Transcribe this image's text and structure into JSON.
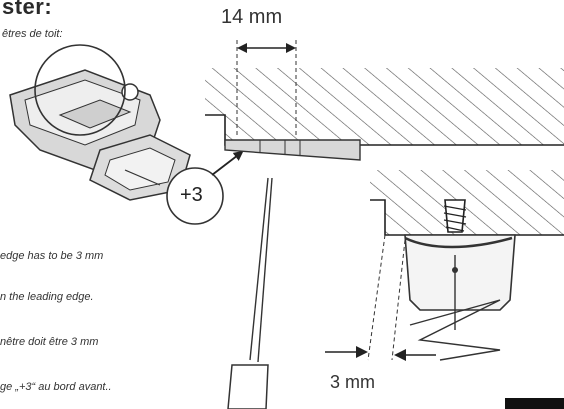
{
  "heading": "ster:",
  "subheading": "êtres de toit:",
  "dimension_top": "14 mm",
  "dimension_bottom": "3 mm",
  "badge": "+3",
  "notes": [
    "edge has to be 3 mm",
    "n the leading edge.",
    "nêtre doit être 3 mm",
    "ge „+3“ au bord avant.."
  ],
  "colors": {
    "ink": "#2a2a2a",
    "hatch": "#555555",
    "part_fill": "#d8d8d8"
  }
}
